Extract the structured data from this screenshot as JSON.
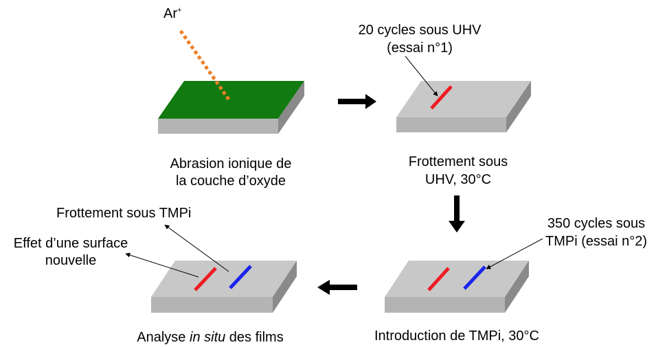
{
  "step1": {
    "ion_label": "Ar",
    "ion_charge": "+",
    "caption_line1": "Abrasion ionique de",
    "caption_line2": "la couche d’oxyde"
  },
  "step2": {
    "annotation_line1": "20 cycles sous UHV",
    "annotation_line2": "(essai n°1)",
    "caption_line1": "Frottement sous",
    "caption_line2": "UHV, 30°C"
  },
  "step3": {
    "annotation_line1": "350 cycles sous",
    "annotation_line2": "TMPi (essai n°2)",
    "caption": "Introduction de TMPi, 30°C"
  },
  "step4": {
    "annotation_top": "Frottement sous TMPi",
    "annotation_left_line1": "Effet d’une surface",
    "annotation_left_line2": "nouvelle",
    "caption_prefix": "Analyse ",
    "caption_italic": "in situ",
    "caption_suffix": " des films"
  },
  "colors": {
    "sample_top_gray": "#c8c8c8",
    "sample_front_gray": "#b4b4b4",
    "sample_side_gray": "#8a8a8a",
    "oxide_green": "#117a11",
    "ion_beam_orange": "#f07f25",
    "track_red": "#ee1c24",
    "track_blue": "#1c24ee",
    "arrow_black": "#000000"
  }
}
